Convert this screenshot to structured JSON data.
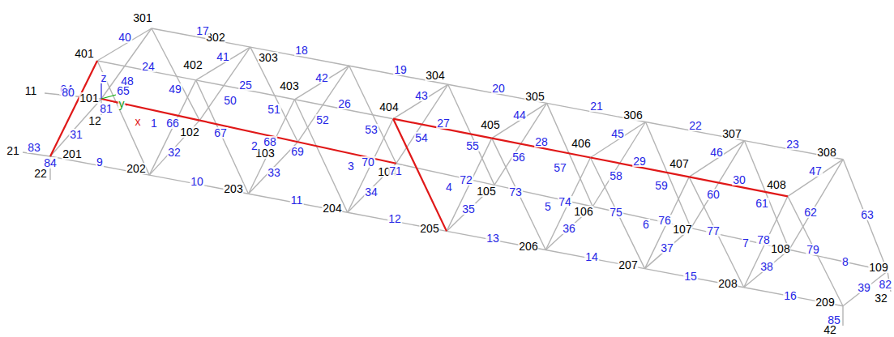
{
  "diagram": {
    "labels": [
      "301",
      "302",
      "303",
      "304",
      "305",
      "306",
      "307",
      "308",
      "401",
      "402",
      "403",
      "404",
      "405",
      "406",
      "407",
      "408",
      "101",
      "102",
      "103",
      "104",
      "105",
      "106",
      "107",
      "108",
      "109",
      "201",
      "202",
      "203",
      "204",
      "205",
      "206",
      "207",
      "208",
      "209",
      "11",
      "12",
      "21",
      "22",
      "32",
      "42",
      "1",
      "2",
      "3",
      "4",
      "5",
      "6",
      "7",
      "8",
      "9",
      "10",
      "11",
      "12",
      "13",
      "14",
      "15",
      "16",
      "17",
      "18",
      "19",
      "20",
      "21",
      "22",
      "23",
      "24",
      "25",
      "26",
      "27",
      "28",
      "29",
      "30",
      "31",
      "32",
      "33",
      "34",
      "35",
      "36",
      "37",
      "38",
      "39",
      "40",
      "41",
      "42",
      "43",
      "44",
      "45",
      "46",
      "47",
      "48",
      "49",
      "50",
      "51",
      "52",
      "53",
      "54",
      "55",
      "56",
      "57",
      "58",
      "59",
      "60",
      "61",
      "62",
      "63",
      "64",
      "65",
      "66",
      "67",
      "68",
      "69",
      "70",
      "71",
      "72",
      "73",
      "74",
      "75",
      "76",
      "77",
      "78",
      "79",
      "80",
      "81",
      "82",
      "83",
      "84",
      "85",
      "z",
      "y",
      "x"
    ]
  }
}
